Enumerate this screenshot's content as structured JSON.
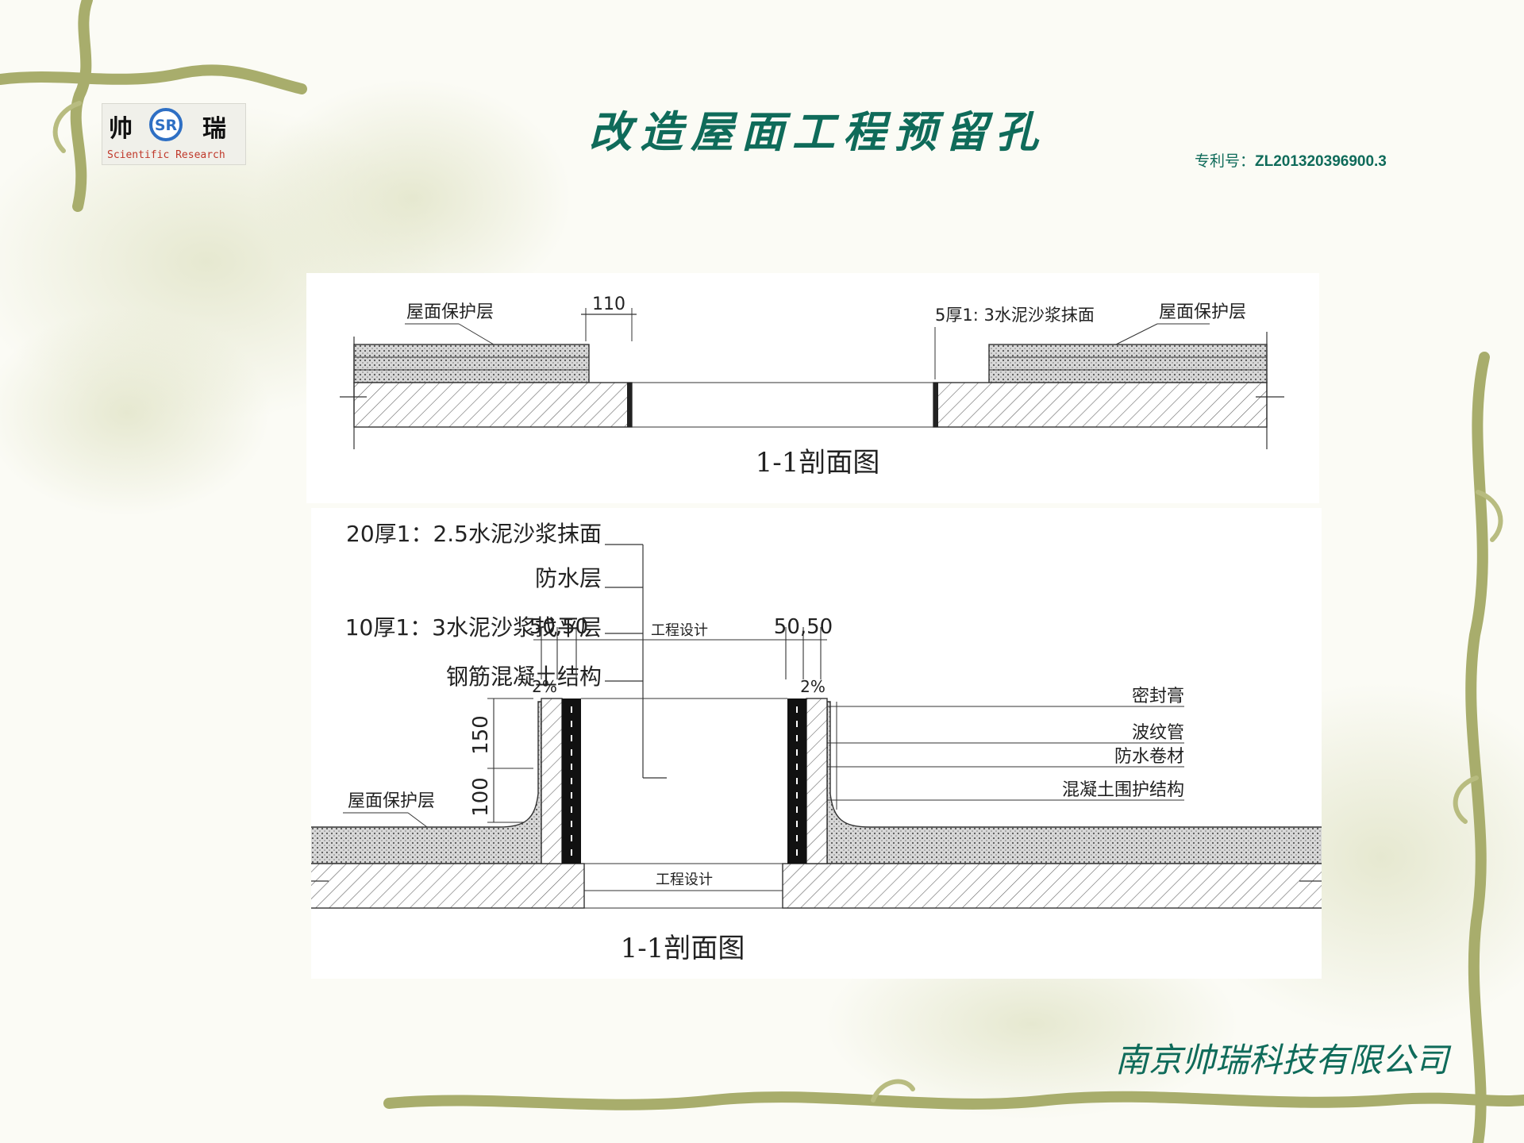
{
  "logo": {
    "char_left": "帅",
    "char_right": "瑞",
    "mark": "SR",
    "subtitle": "Scientific Research"
  },
  "title": "改造屋面工程预留孔",
  "patent": {
    "label": "专利号：",
    "number": "ZL201320396900.3"
  },
  "section1": {
    "label_left": "屋面保护层",
    "dim": "110",
    "label_mid": "5厚1: 3水泥沙浆抹面",
    "label_right": "屋面保护层",
    "caption": "1-1剖面图"
  },
  "section2": {
    "callouts_left": [
      "20厚1：2.5水泥沙浆抹面",
      "防水层",
      "10厚1：3水泥沙浆找平层",
      "钢筋混凝土结构"
    ],
    "dim_top_left": "50,50",
    "dim_top_mid": "工程设计",
    "dim_top_right": "50,50",
    "slope_left": "2%",
    "slope_right": "2%",
    "dim_vertical_upper": "150",
    "dim_vertical_lower": "100",
    "label_roof": "屋面保护层",
    "callouts_right": [
      "密封膏",
      "波纹管",
      "防水卷材",
      "混凝土围护结构"
    ],
    "dim_bottom": "工程设计",
    "caption": "1-1剖面图"
  },
  "company": "南京帅瑞科技有限公司",
  "colors": {
    "title": "#0f6b5a",
    "vine": "#a8ad6c",
    "logo_blue": "#2e6fc4",
    "logo_red": "#c0392b"
  }
}
